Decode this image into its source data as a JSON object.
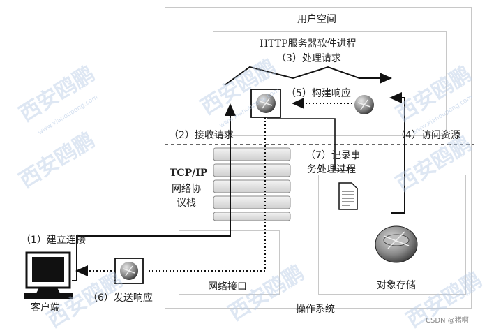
{
  "title_user_space": "用户空间",
  "http_process_title": "HTTP服务器软件进程",
  "step3_label": "（3）处理请求",
  "step5_label": "（5）构建响应",
  "step2_label": "（2）接收请求",
  "step4_label": "（4）访问资源",
  "step7_line1": "（7）记录事",
  "step7_line2": "务处理过程",
  "tcpip_line1": "TCP/IP",
  "tcpip_line2": "网络协",
  "tcpip_line3": "议栈",
  "step1_label": "（1）建立连接",
  "client_label": "客户端",
  "step6_label": "（6）发送响应",
  "network_interface_label": "网络接口",
  "object_storage_label": "对象存储",
  "os_label": "操作系统",
  "watermark_text": "西安鸥鹏",
  "watermark_sub": "www.xianoupeng.com",
  "credit": "CSDN @猪啊",
  "colors": {
    "box_border": "#c8c8c8",
    "arrow": "#111111",
    "dashed_divider": "#333333",
    "watermark": "#b7cbe6"
  }
}
